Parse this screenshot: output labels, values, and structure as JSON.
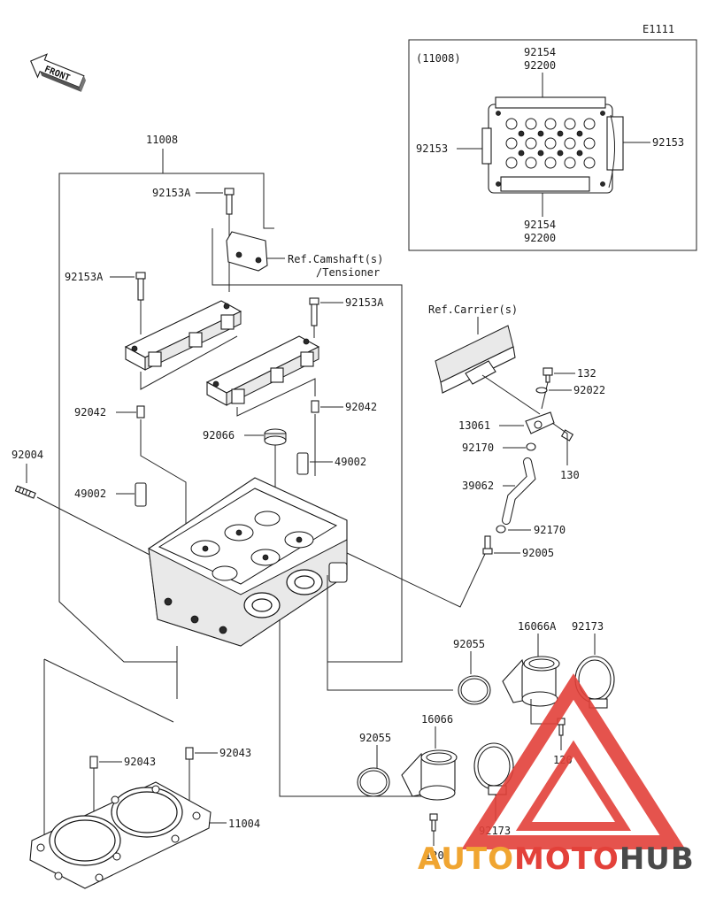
{
  "diagram_code": "E1111",
  "front_label": "FRONT",
  "inset": {
    "ref_label": "(11008)",
    "top_a": "92154",
    "top_b": "92200",
    "left": "92153",
    "right": "92153",
    "bottom_a": "92154",
    "bottom_b": "92200"
  },
  "labels": {
    "p11008": "11008",
    "p92153A_1": "92153A",
    "p92153A_2": "92153A",
    "p92153A_3": "92153A",
    "ref_camshaft_1": "Ref.Camshaft(s)",
    "ref_camshaft_2": "/Tensioner",
    "ref_carrier": "Ref.Carrier(s)",
    "p132": "132",
    "p92022": "92022",
    "p13061": "13061",
    "p92170_1": "92170",
    "p130": "130",
    "p39062": "39062",
    "p92170_2": "92170",
    "p92005": "92005",
    "p92042_1": "92042",
    "p92042_2": "92042",
    "p92066": "92066",
    "p49002_1": "49002",
    "p49002_2": "49002",
    "p92004": "92004",
    "p92055_1": "92055",
    "p16066A": "16066A",
    "p92173_1": "92173",
    "p120_1": "120",
    "p92055_2": "92055",
    "p16066": "16066",
    "p92173_2": "92173",
    "p120_2": "120",
    "p92043_1": "92043",
    "p92043_2": "92043",
    "p11004": "11004"
  },
  "watermark": {
    "part1": "AUTO",
    "part2": "MOTO",
    "part3": "HUB",
    "color_red": "#e3413a",
    "color_orange": "#f0a531",
    "color_dark": "#4a4a4a"
  }
}
